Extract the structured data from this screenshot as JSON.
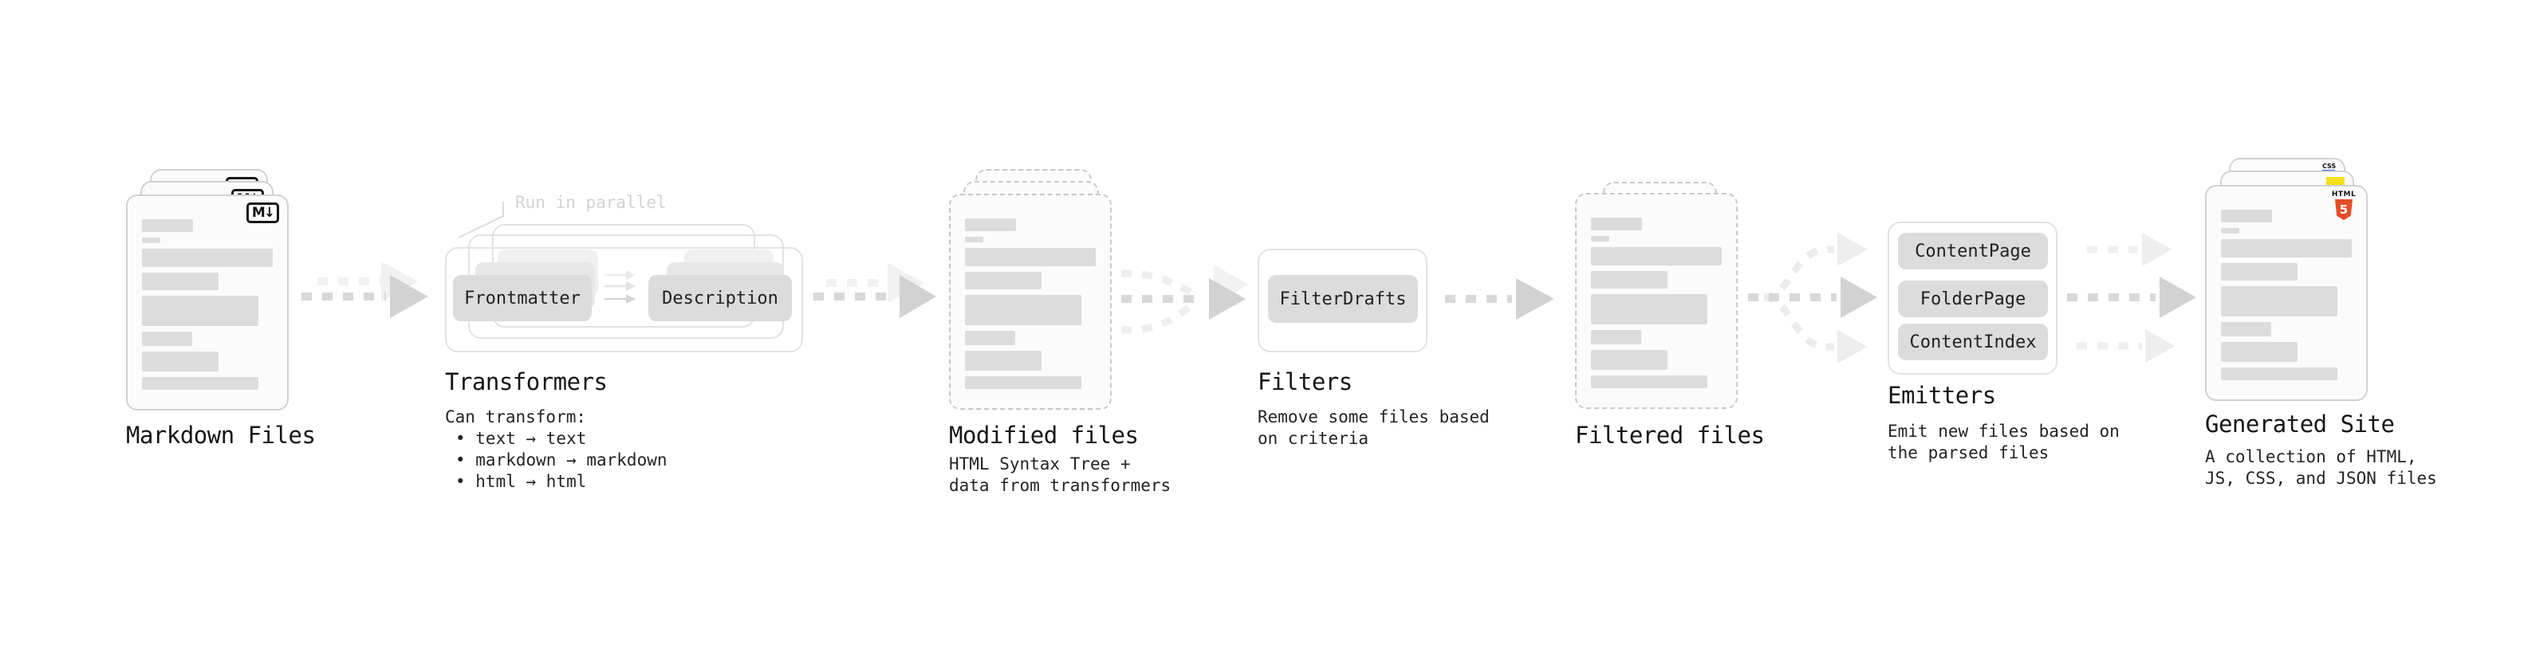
{
  "nodes": {
    "markdown": {
      "title": "Markdown Files",
      "badge": "M↓"
    },
    "transformers": {
      "title": "Transformers",
      "annotation": "Run in parallel",
      "boxes": {
        "frontmatter": "Frontmatter",
        "description": "Description"
      },
      "desc": {
        "line1": "Can transform:",
        "bullet1": "• text → text",
        "bullet2": "• markdown → markdown",
        "bullet3": "• html → html"
      }
    },
    "modified": {
      "title": "Modified files",
      "desc": {
        "line1": "HTML Syntax Tree +",
        "line2": "data from transformers"
      }
    },
    "filters": {
      "title": "Filters",
      "boxes": {
        "filter_drafts": "FilterDrafts"
      },
      "desc": {
        "line1": "Remove some files based",
        "line2": "on criteria"
      }
    },
    "filtered": {
      "title": "Filtered files"
    },
    "emitters": {
      "title": "Emitters",
      "boxes": {
        "content_page": "ContentPage",
        "folder_page": "FolderPage",
        "content_index": "ContentIndex"
      },
      "desc": {
        "line1": "Emit new files based on",
        "line2": "the parsed files"
      }
    },
    "generated": {
      "title": "Generated Site",
      "badges": {
        "html_label": "HTML",
        "html_number": "5",
        "css": "CSS"
      },
      "desc": {
        "line1": "A collection of HTML,",
        "line2": "JS, CSS, and JSON files"
      }
    }
  },
  "colors": {
    "doc_fill": "#fbfbfb",
    "doc_border": "#d2d2d2",
    "dashed_border": "#c9c9c9",
    "placeholder_line": "#dcdcdc",
    "box_fill": "#dcdcdc",
    "ghost_fill": "#e7e7e7",
    "container_border": "#e2e2e2",
    "arrow": "#d5d5d5",
    "arrow_ghost": "#f1f1f1",
    "annotation": "#d2d2d2",
    "text": "#1d1d1f",
    "html5_orange": "#e44d26",
    "js_yellow": "#f7df1e",
    "css_blue": "#2862e9"
  }
}
